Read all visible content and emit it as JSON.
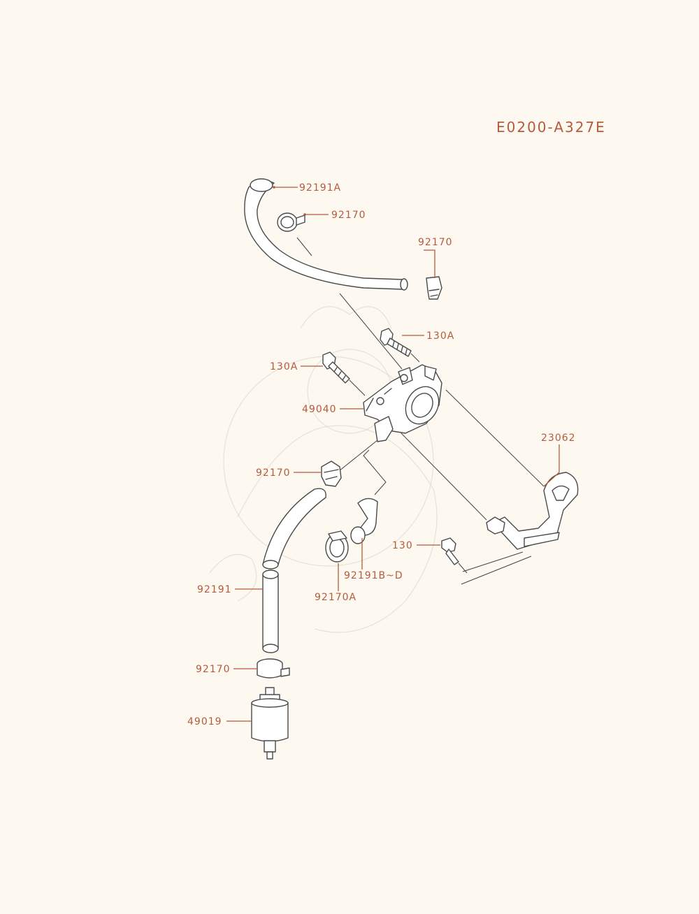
{
  "diagram_code": "E0200-A327E",
  "part_labels": {
    "hose_92191A": "92191A",
    "clamp_92170_top": "92170",
    "clamp_92170_right": "92170",
    "bolt_130A_right": "130A",
    "bolt_130A_left": "130A",
    "pump_49040": "49040",
    "bracket_23062": "23062",
    "clamp_92170_mid": "92170",
    "bolt_130": "130",
    "hose_92191B_D": "92191B~D",
    "clamp_92170A": "92170A",
    "hose_92191": "92191",
    "clamp_92170_bottom": "92170",
    "filter_49019": "49019"
  },
  "colors": {
    "label": "#b65a3c",
    "line_art": "#4a4a4a",
    "background": "#fdf9f1"
  }
}
